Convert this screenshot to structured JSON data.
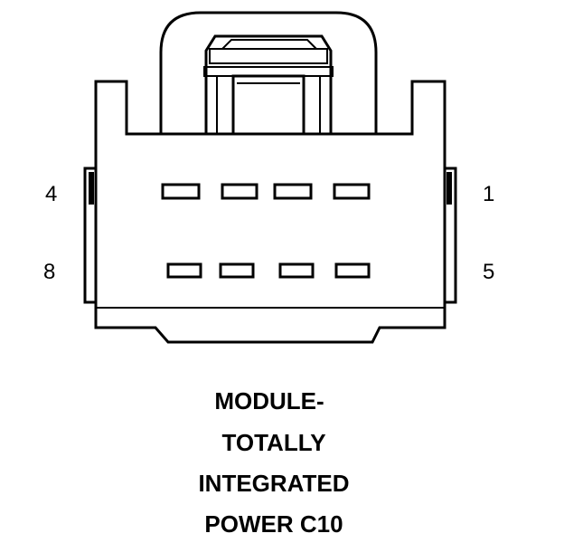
{
  "connector": {
    "pin_labels": {
      "top_left": "4",
      "top_right": "1",
      "bottom_left": "8",
      "bottom_right": "5"
    },
    "cavity_rows": [
      {
        "row": "top",
        "count": 4
      },
      {
        "row": "bottom",
        "count": 4
      }
    ]
  },
  "caption": {
    "lines": [
      "MODULE-",
      "TOTALLY",
      "INTEGRATED",
      "POWER C10"
    ]
  }
}
